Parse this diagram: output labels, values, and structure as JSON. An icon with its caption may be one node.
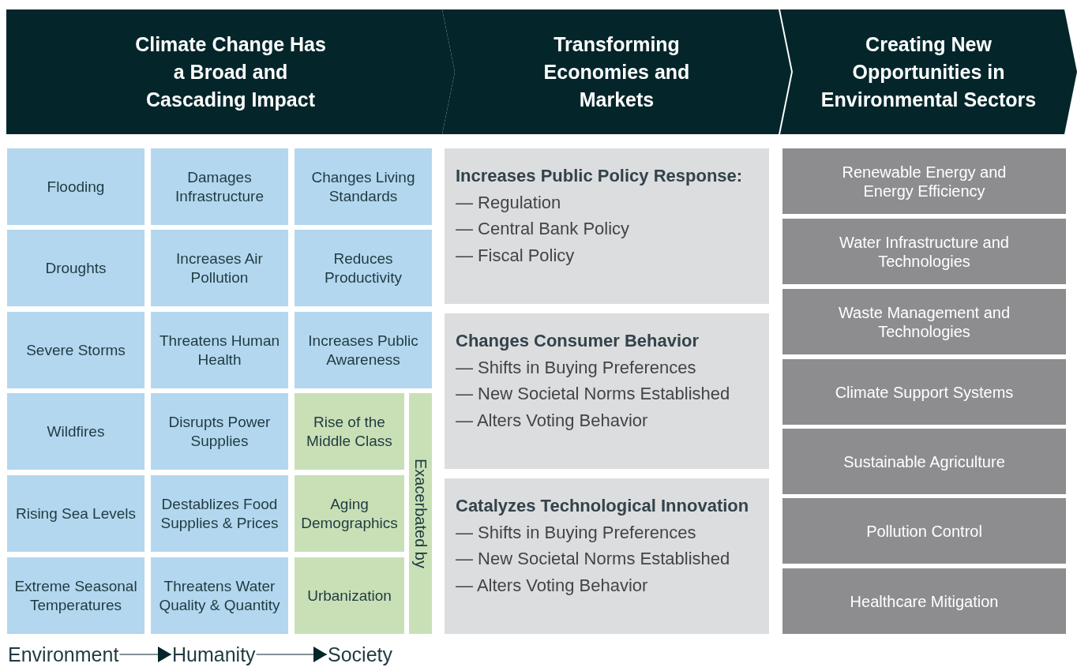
{
  "diagram": {
    "nodes": [
      {
        "text": [
          "Climate Change Has a Broad and Cascading Impact"
        ]
      },
      {
        "text": [
          "Transforming Economies and Markets"
        ]
      },
      {
        "text": [
          "Creating New Opportunities in Environmental Sectors"
        ]
      },
      {
        "text": [
          "Flooding"
        ]
      },
      {
        "text": [
          "Damages Infrastructure"
        ]
      },
      {
        "text": [
          "Changes Living Standards"
        ]
      },
      {
        "text": [
          "Droughts"
        ]
      },
      {
        "text": [
          "Increases Air Pollution"
        ]
      },
      {
        "text": [
          "Reduces Productivity"
        ]
      },
      {
        "text": [
          "Severe Storms"
        ]
      },
      {
        "text": [
          "Threatens Human Health"
        ]
      },
      {
        "text": [
          "Increases Public Awareness"
        ]
      },
      {
        "text": [
          "Wildfires"
        ]
      },
      {
        "text": [
          "Disrupts Power Supplies"
        ]
      },
      {
        "text": [
          "Rise of the Middle Class"
        ]
      },
      {
        "text": [
          "Rising Sea Levels"
        ]
      },
      {
        "text": [
          "Destablizes Food Supplies & Prices"
        ]
      },
      {
        "text": [
          "Aging Demographics"
        ]
      },
      {
        "text": [
          "Extreme Seasonal Temperatures"
        ]
      },
      {
        "text": [
          "Threatens Water Quality & Quantity"
        ]
      },
      {
        "text": [
          "Urbanization"
        ]
      },
      {
        "text": [
          "Exacerbated by"
        ]
      },
      {
        "text": [
          "Increases Public Policy Response:",
          "— Regulation",
          "— Central Bank Policy",
          "— Fiscal Policy"
        ]
      },
      {
        "text": [
          "Changes Consumer Behavior",
          "— Shifts in Buying Preferences",
          "— New Societal Norms Established",
          "— Alters Voting Behavior"
        ]
      },
      {
        "text": [
          "Catalyzes Technological Innovation",
          "— Shifts in Buying Preferences",
          "— New Societal Norms Established",
          "— Alters Voting Behavior"
        ]
      },
      {
        "text": [
          "Renewable Energy and Energy Efficiency"
        ]
      },
      {
        "text": [
          "Water Infrastructure and Technologies"
        ]
      },
      {
        "text": [
          "Waste Management and Technologies"
        ]
      },
      {
        "text": [
          "Climate Support Systems"
        ]
      },
      {
        "text": [
          "Sustainable Agriculture"
        ]
      },
      {
        "text": [
          "Pollution Control"
        ]
      },
      {
        "text": [
          "Healthcare Mitigation"
        ]
      },
      {
        "text": [
          "Environment"
        ]
      },
      {
        "text": [
          "Humanity"
        ]
      },
      {
        "text": [
          "Society"
        ]
      }
    ],
    "edges": [
      {
        "from": 32,
        "to": 33,
        "arrow": "to"
      },
      {
        "from": 33,
        "to": 34,
        "arrow": "to"
      }
    ]
  }
}
